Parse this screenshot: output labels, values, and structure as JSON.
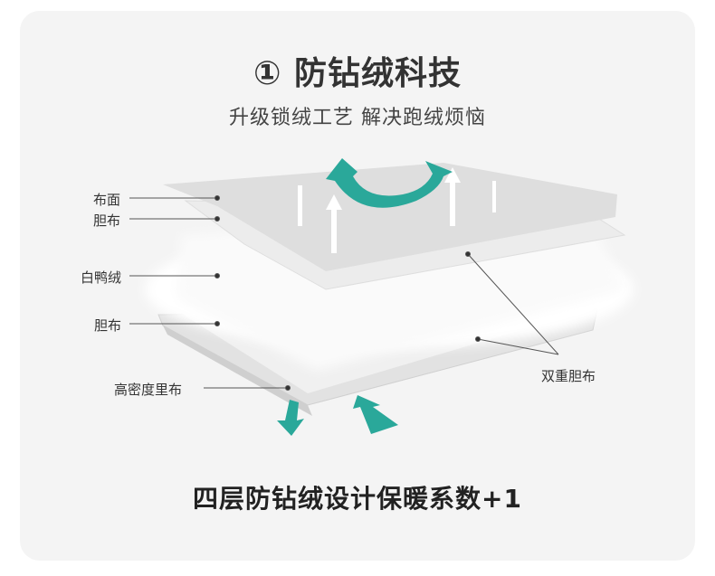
{
  "header": {
    "title": "① 防钻绒科技",
    "subtitle": "升级锁绒工艺 解决跑绒烦恼"
  },
  "labels": {
    "surface": "布面",
    "liner_top": "胆布",
    "down": "白鸭绒",
    "liner_bottom": "胆布",
    "lining": "高密度里布",
    "double_liner": "双重胆布"
  },
  "footer": {
    "tagline": "四层防钻绒设计保暖系数+1"
  },
  "colors": {
    "accent": "#2aa89a",
    "card": "#f4f4f4"
  }
}
